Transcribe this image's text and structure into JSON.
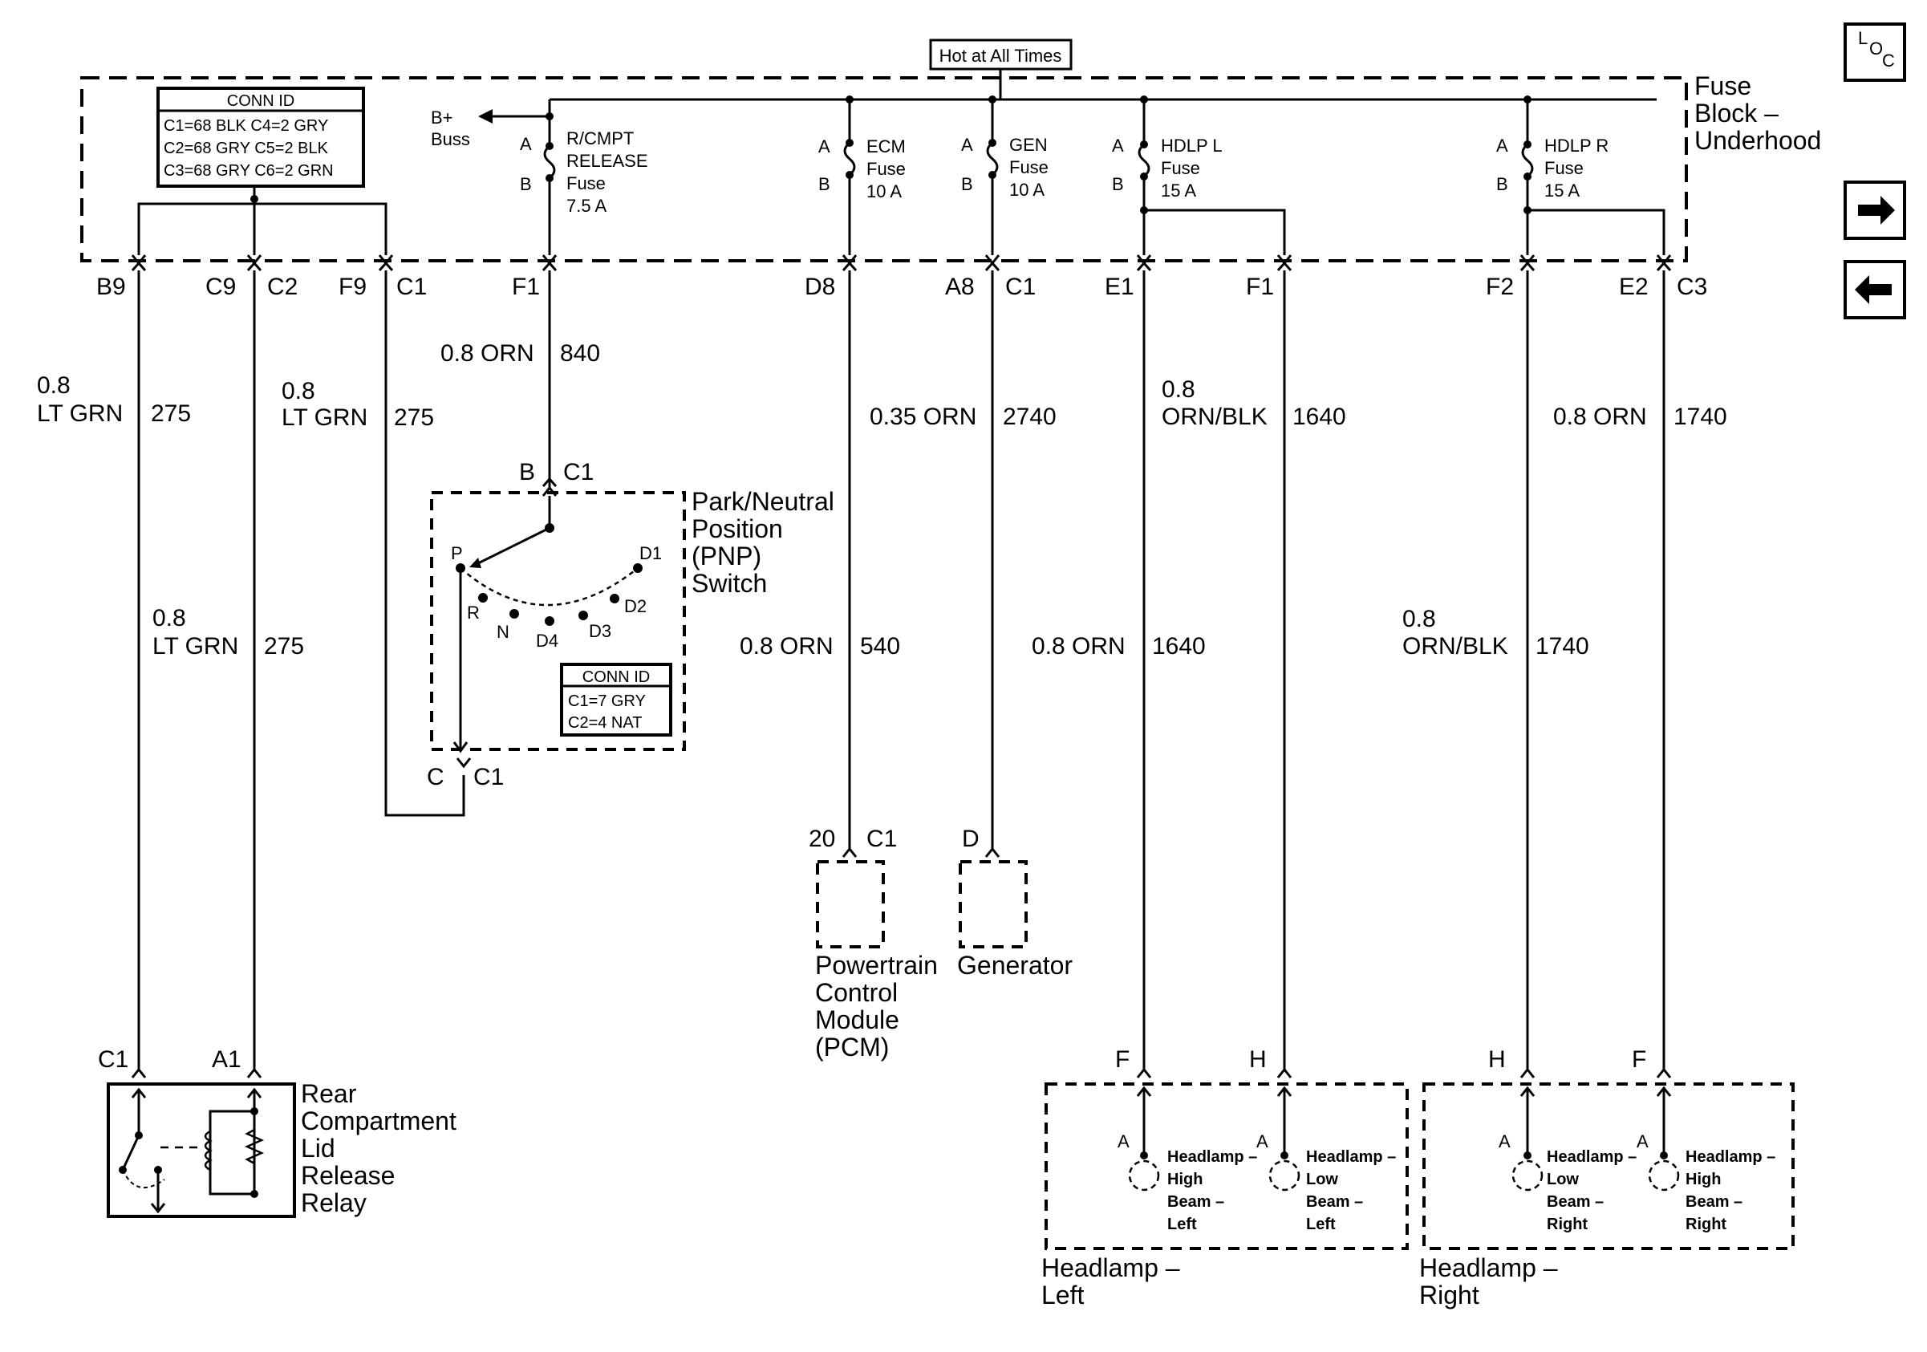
{
  "title": "Hot at All Times",
  "nav": {
    "loc": [
      "L",
      "O",
      "C"
    ]
  },
  "fuse_block": {
    "label": [
      "Fuse",
      "Block –",
      "Underhood"
    ],
    "buss": [
      "B+",
      "Buss"
    ],
    "conn_id": {
      "title": "CONN ID",
      "rows": [
        "C1=68 BLK  C4=2 GRY",
        "C2=68 GRY  C5=2 BLK",
        "C3=68 GRY  C6=2 GRN"
      ]
    },
    "fuses": [
      {
        "name": [
          "R/CMPT",
          "RELEASE",
          "Fuse",
          "7.5 A"
        ],
        "a": "A",
        "b": "B"
      },
      {
        "name": [
          "ECM",
          "Fuse",
          "10 A"
        ],
        "a": "A",
        "b": "B"
      },
      {
        "name": [
          "GEN",
          "Fuse",
          "10 A"
        ],
        "a": "A",
        "b": "B"
      },
      {
        "name": [
          "HDLP L",
          "Fuse",
          "15 A"
        ],
        "a": "A",
        "b": "B"
      },
      {
        "name": [
          "HDLP R",
          "Fuse",
          "15 A"
        ],
        "a": "A",
        "b": "B"
      }
    ]
  },
  "pins": {
    "b9": "B9",
    "c9": "C9",
    "c2": "C2",
    "f9": "F9",
    "c1a": "C1",
    "f1": "F1",
    "d8": "D8",
    "a8": "A8",
    "c1b": "C1",
    "e1": "E1",
    "f1b": "F1",
    "f2": "F2",
    "e2": "E2",
    "c3": "C3"
  },
  "wires": {
    "w1": [
      "0.8",
      "LT GRN",
      "275"
    ],
    "w2": [
      "0.8",
      "LT GRN",
      "275"
    ],
    "w3": [
      "0.8",
      "LT GRN",
      "275"
    ],
    "w4": [
      "0.8 ORN",
      "840"
    ],
    "w5": [
      "0.35 ORN",
      "2740"
    ],
    "w6": [
      "0.8",
      "ORN/BLK",
      "1640"
    ],
    "w7": [
      "0.8 ORN",
      "1740"
    ],
    "w8": [
      "0.8 ORN",
      "540"
    ],
    "w9": [
      "0.8 ORN",
      "1640"
    ],
    "w10": [
      "0.8",
      "ORN/BLK",
      "1740"
    ]
  },
  "pnp": {
    "label": [
      "Park/Neutral",
      "Position",
      "(PNP)",
      "Switch"
    ],
    "pin_top": [
      "B",
      "C1"
    ],
    "pin_bottom": [
      "C",
      "C1"
    ],
    "positions": [
      "P",
      "R",
      "N",
      "D4",
      "D3",
      "D2",
      "D1"
    ],
    "conn_id": {
      "title": "CONN ID",
      "rows": [
        "C1=7 GRY",
        "C2=4 NAT"
      ]
    }
  },
  "pcm": {
    "label": [
      "Powertrain",
      "Control",
      "Module",
      "(PCM)"
    ],
    "pin": [
      "20",
      "C1"
    ]
  },
  "generator": {
    "label": [
      "Generator"
    ],
    "pin": [
      "D"
    ]
  },
  "relay": {
    "label": [
      "Rear",
      "Compartment",
      "Lid",
      "Release",
      "Relay"
    ],
    "pins": [
      "C1",
      "A1"
    ]
  },
  "headlamp_left": {
    "label": [
      "Headlamp –",
      "Left"
    ],
    "pins": [
      "F",
      "H"
    ],
    "lamps": [
      {
        "pin": "A",
        "name": [
          "Headlamp –",
          "High",
          "Beam –",
          "Left"
        ]
      },
      {
        "pin": "A",
        "name": [
          "Headlamp –",
          "Low",
          "Beam –",
          "Left"
        ]
      }
    ]
  },
  "headlamp_right": {
    "label": [
      "Headlamp –",
      "Right"
    ],
    "pins": [
      "H",
      "F"
    ],
    "lamps": [
      {
        "pin": "A",
        "name": [
          "Headlamp –",
          "Low",
          "Beam –",
          "Right"
        ]
      },
      {
        "pin": "A",
        "name": [
          "Headlamp –",
          "High",
          "Beam –",
          "Right"
        ]
      }
    ]
  }
}
